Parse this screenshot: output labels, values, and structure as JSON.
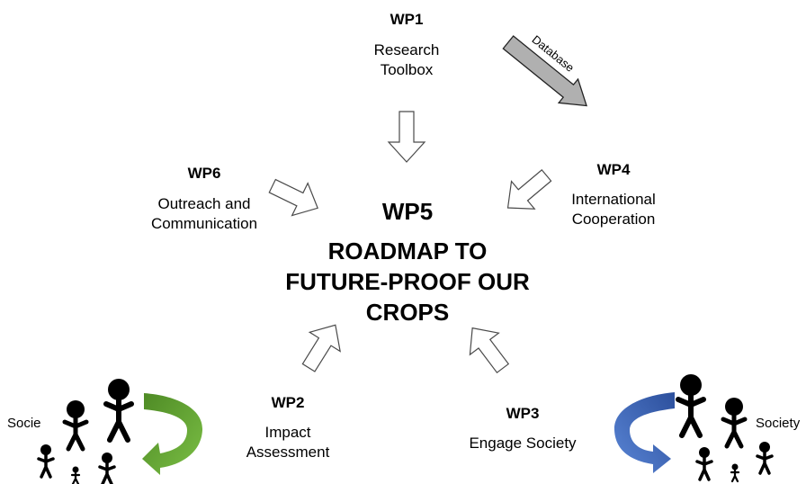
{
  "nodes": {
    "wp1": {
      "id": "WP1",
      "label_line1": "Research",
      "label_line2": "Toolbox"
    },
    "wp2": {
      "id": "WP2",
      "label_line1": "Impact",
      "label_line2": "Assessment"
    },
    "wp3": {
      "id": "WP3",
      "label": "Engage Society"
    },
    "wp4": {
      "id": "WP4",
      "label_line1": "International",
      "label_line2": "Cooperation"
    },
    "wp5": {
      "id": "WP5",
      "line1": "ROADMAP TO",
      "line2": "FUTURE-PROOF OUR",
      "line3": "CROPS"
    },
    "wp6": {
      "id": "WP6",
      "label_line1": "Outreach and",
      "label_line2": "Communication"
    }
  },
  "database_label": "Database",
  "society_left": "Socie",
  "society_right": "Society",
  "colors": {
    "green_arrow": "#5b9a2e",
    "blue_arrow": "#3a63b8",
    "db_arrow": "#b0b0b0"
  }
}
